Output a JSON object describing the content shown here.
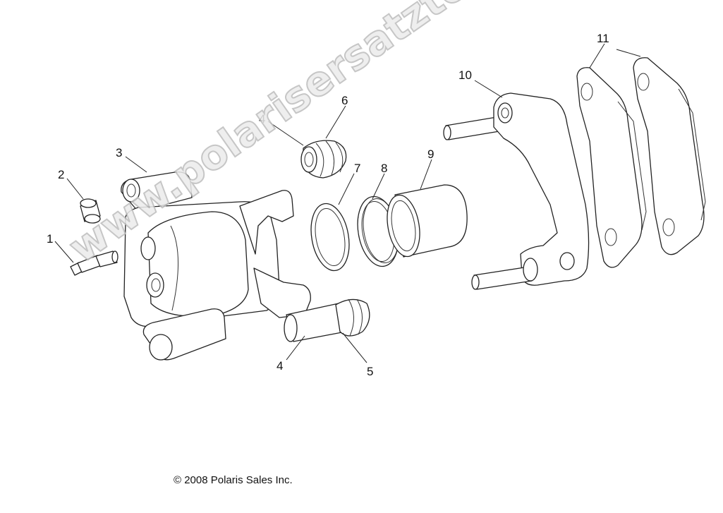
{
  "watermark": "www.polarisersatzteile.de",
  "copyright": "© 2008 Polaris Sales Inc.",
  "callouts": {
    "c1": "1",
    "c2": "2",
    "c3": "3",
    "c4_upper": "4",
    "c4_lower": "4",
    "c5": "5",
    "c6": "6",
    "c7": "7",
    "c8": "8",
    "c9": "9",
    "c10": "10",
    "c11": "11"
  }
}
